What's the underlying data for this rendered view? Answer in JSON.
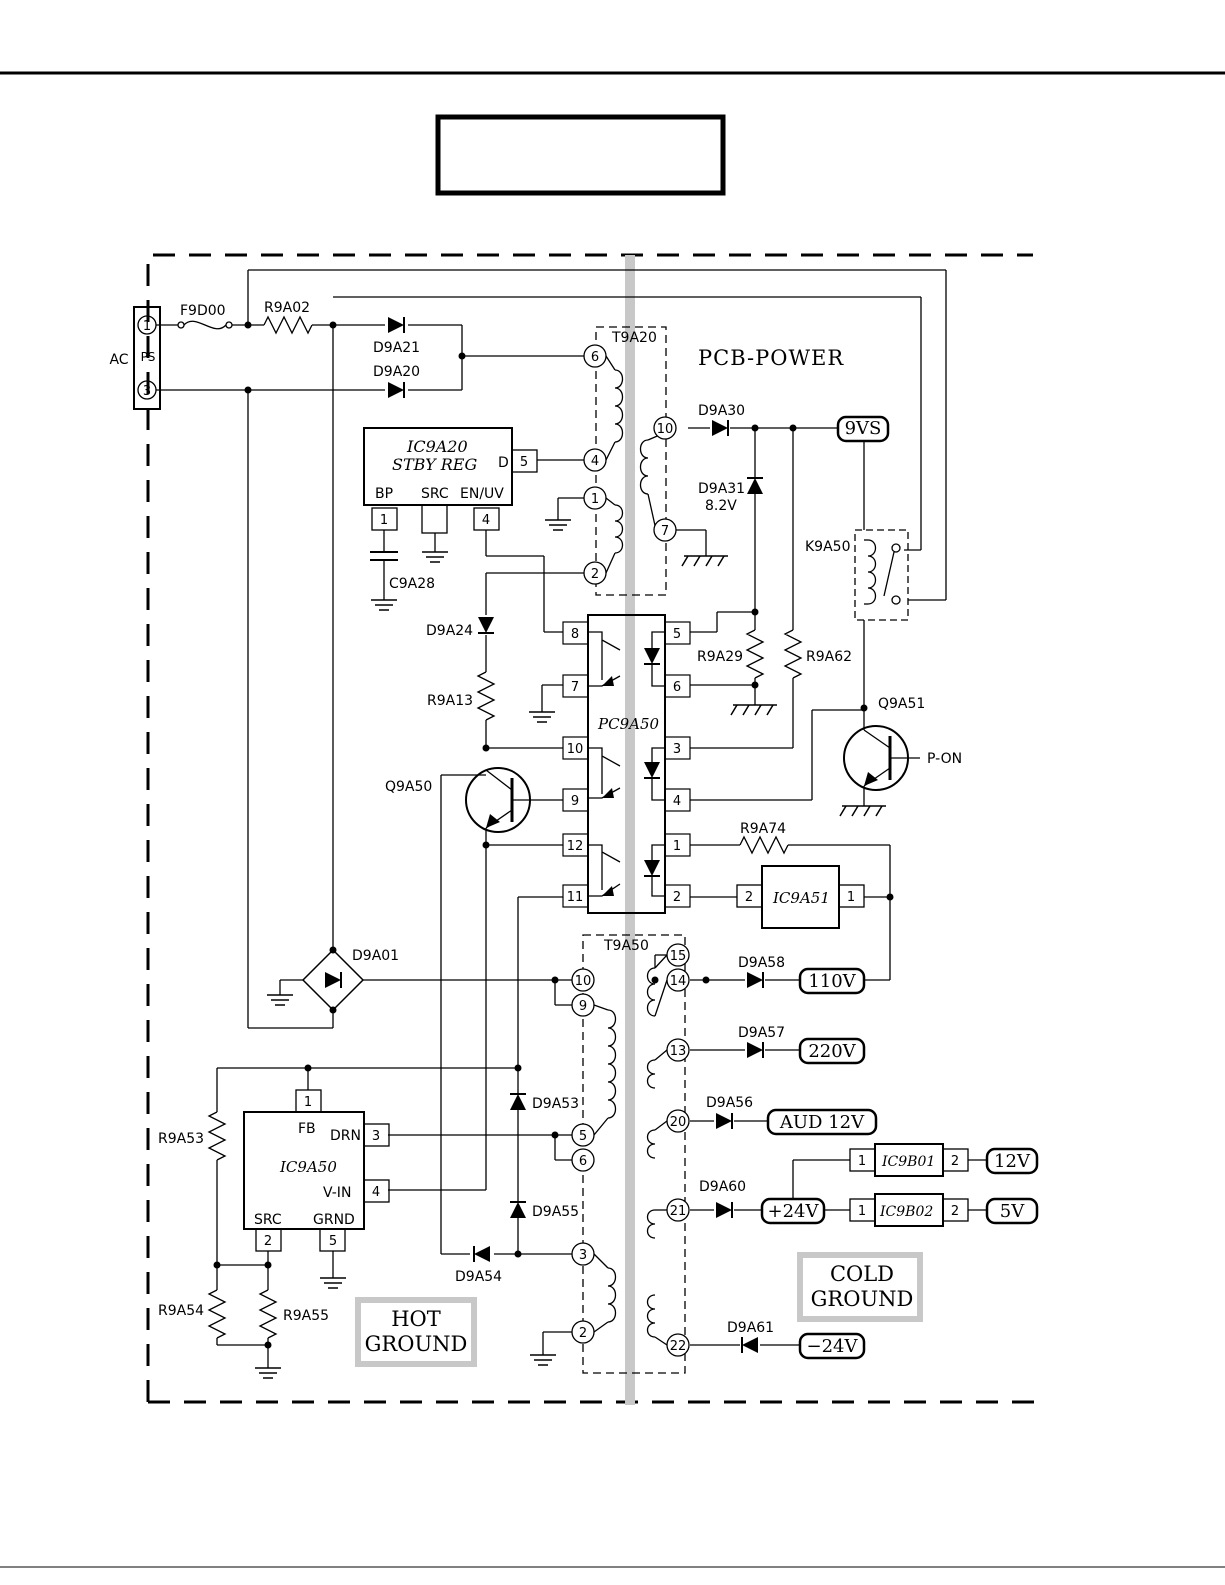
{
  "title": "",
  "board_label": "PCB-POWER",
  "input": {
    "ac": "AC",
    "connector": "PS",
    "pin1": "1",
    "pin3": "3"
  },
  "parts": {
    "f9d00": "F9D00",
    "r9a02": "R9A02",
    "d9a21": "D9A21",
    "d9a20": "D9A20",
    "t9a20": "T9A20",
    "ic9a20_name": "IC9A20",
    "ic9a20_desc": "STBY REG",
    "ic9a20_d": "D",
    "ic9a20_bp": "BP",
    "ic9a20_src": "SRC",
    "ic9a20_enuv": "EN/UV",
    "c9a28": "C9A28",
    "d9a30": "D9A30",
    "d9a31": "D9A31",
    "d9a31_v": "8.2V",
    "k9a50": "K9A50",
    "d9a24": "D9A24",
    "r9a13": "R9A13",
    "pc9a50": "PC9A50",
    "r9a29": "R9A29",
    "r9a62": "R9A62",
    "q9a50": "Q9A50",
    "q9a51": "Q9A51",
    "p_on": "P-ON",
    "r9a74": "R9A74",
    "ic9a51": "IC9A51",
    "d9a01": "D9A01",
    "t9a50": "T9A50",
    "d9a58": "D9A58",
    "d9a57": "D9A57",
    "d9a56": "D9A56",
    "d9a60": "D9A60",
    "d9a61": "D9A61",
    "d9a53": "D9A53",
    "d9a55": "D9A55",
    "d9a54": "D9A54",
    "r9a53": "R9A53",
    "r9a54": "R9A54",
    "r9a55": "R9A55",
    "ic9a50_name": "IC9A50",
    "ic9a50_fb": "FB",
    "ic9a50_drn": "DRN",
    "ic9a50_vin": "V-IN",
    "ic9a50_src": "SRC",
    "ic9a50_grnd": "GRND",
    "ic9b01": "IC9B01",
    "ic9b02": "IC9B02"
  },
  "outputs": {
    "v9vs": "9VS",
    "v110": "110V",
    "v220": "220V",
    "aud12": "AUD 12V",
    "v24": "+24V",
    "v12": "12V",
    "v5": "5V",
    "vneg24": "−24V"
  },
  "grounds": {
    "hot_1": "HOT",
    "hot_2": "GROUND",
    "cold_1": "COLD",
    "cold_2": "GROUND"
  },
  "pins": {
    "t9a20": [
      "6",
      "4",
      "1",
      "2",
      "10",
      "7"
    ],
    "ic9a20": [
      "5",
      "1",
      "4"
    ],
    "pc9a50_left": [
      "8",
      "7",
      "10",
      "9",
      "12",
      "11"
    ],
    "pc9a50_right": [
      "5",
      "6",
      "3",
      "4",
      "1",
      "2"
    ],
    "ic9a51": [
      "2",
      "1"
    ],
    "t9a50_left": [
      "10",
      "9",
      "5",
      "6",
      "3",
      "2"
    ],
    "t9a50_right": [
      "15",
      "14",
      "13",
      "20",
      "21",
      "22"
    ],
    "ic9a50": [
      "1",
      "3",
      "4",
      "2",
      "5"
    ],
    "ic9b": [
      "1",
      "2",
      "1",
      "2"
    ]
  }
}
